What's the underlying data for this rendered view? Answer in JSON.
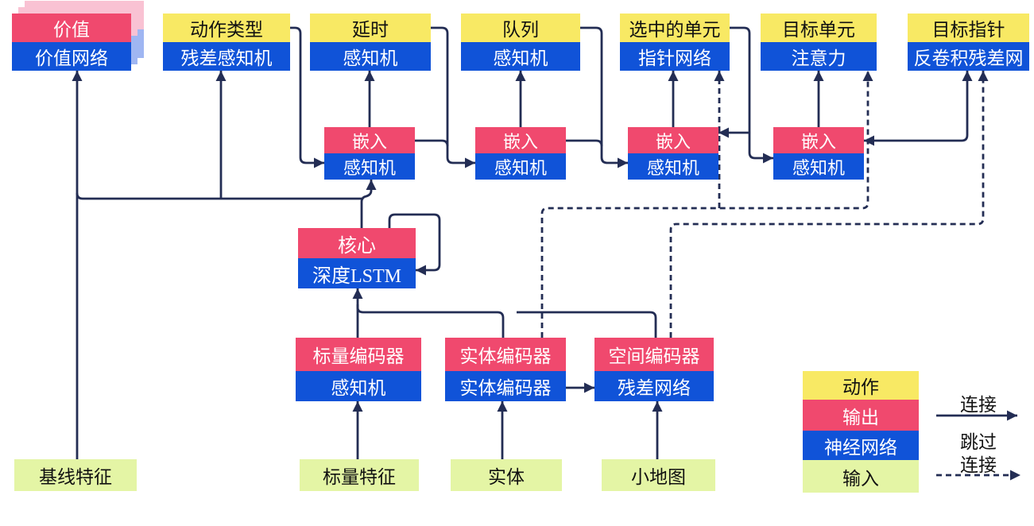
{
  "diagram": {
    "nodes": {
      "value": {
        "top": "价值",
        "bottom": "价值网络"
      },
      "action_type": {
        "top": "动作类型",
        "bottom": "残差感知机"
      },
      "delay": {
        "top": "延时",
        "bottom": "感知机"
      },
      "queue": {
        "top": "队列",
        "bottom": "感知机"
      },
      "selected_units": {
        "top": "选中的单元",
        "bottom": "指针网络"
      },
      "target_unit": {
        "top": "目标单元",
        "bottom": "注意力"
      },
      "target_pointer": {
        "top": "目标指针",
        "bottom": "反卷积残差网"
      },
      "embed1": {
        "top": "嵌入",
        "bottom": "感知机"
      },
      "embed2": {
        "top": "嵌入",
        "bottom": "感知机"
      },
      "embed3": {
        "top": "嵌入",
        "bottom": "感知机"
      },
      "embed4": {
        "top": "嵌入",
        "bottom": "感知机"
      },
      "core": {
        "top": "核心",
        "bottom": "深度LSTM"
      },
      "scalar_encoder": {
        "top": "标量编码器",
        "bottom": "感知机"
      },
      "entity_encoder": {
        "top": "实体编码器",
        "bottom": "实体编码器"
      },
      "spatial_encoder": {
        "top": "空间编码器",
        "bottom": "残差网络"
      },
      "baseline_features": {
        "label": "基线特征"
      },
      "scalar_features": {
        "label": "标量特征"
      },
      "entities": {
        "label": "实体"
      },
      "minimap": {
        "label": "小地图"
      }
    },
    "legend": {
      "action": "动作",
      "output": "输出",
      "network": "神经网络",
      "input": "输入",
      "connection": "连接",
      "skip_line1": "跳过",
      "skip_line2": "连接"
    },
    "colors": {
      "action_yellow": "#F8E964",
      "output_red": "#F0496E",
      "network_blue": "#1053D8",
      "input_green": "#E4F5A5",
      "line_navy": "#232D54",
      "stack_pink": "#F9C2D3",
      "stack_blue": "#9FB6F2"
    }
  }
}
